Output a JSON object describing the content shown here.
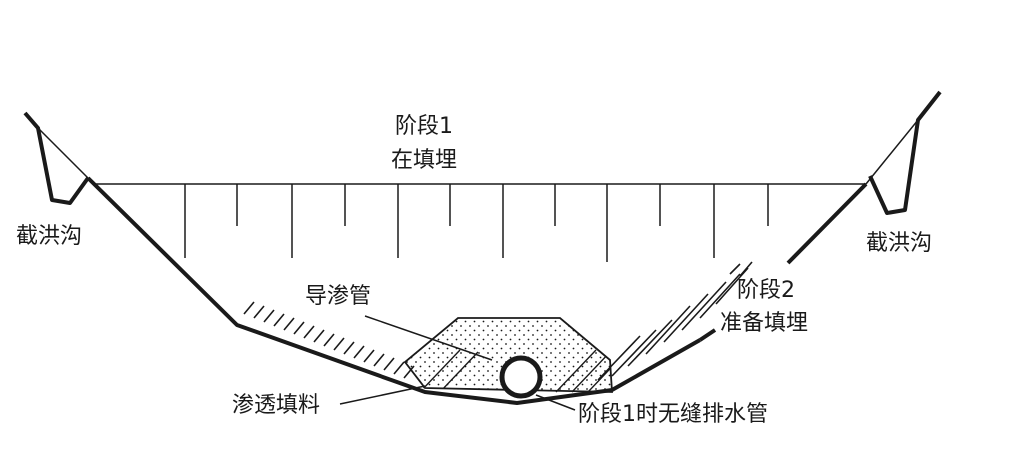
{
  "labels": {
    "stage1_line1": "阶段1",
    "stage1_line2": "在填埋",
    "ditch_left": "截洪沟",
    "ditch_right": "截洪沟",
    "leachate_pipe": "导渗管",
    "stage2_line1": "阶段2",
    "stage2_line2": "准备填埋",
    "permeable_fill": "渗透填料",
    "seamless_pipe": "阶段1时无缝排水管"
  },
  "colors": {
    "ink": "#1a1a1a",
    "background": "#ffffff"
  }
}
